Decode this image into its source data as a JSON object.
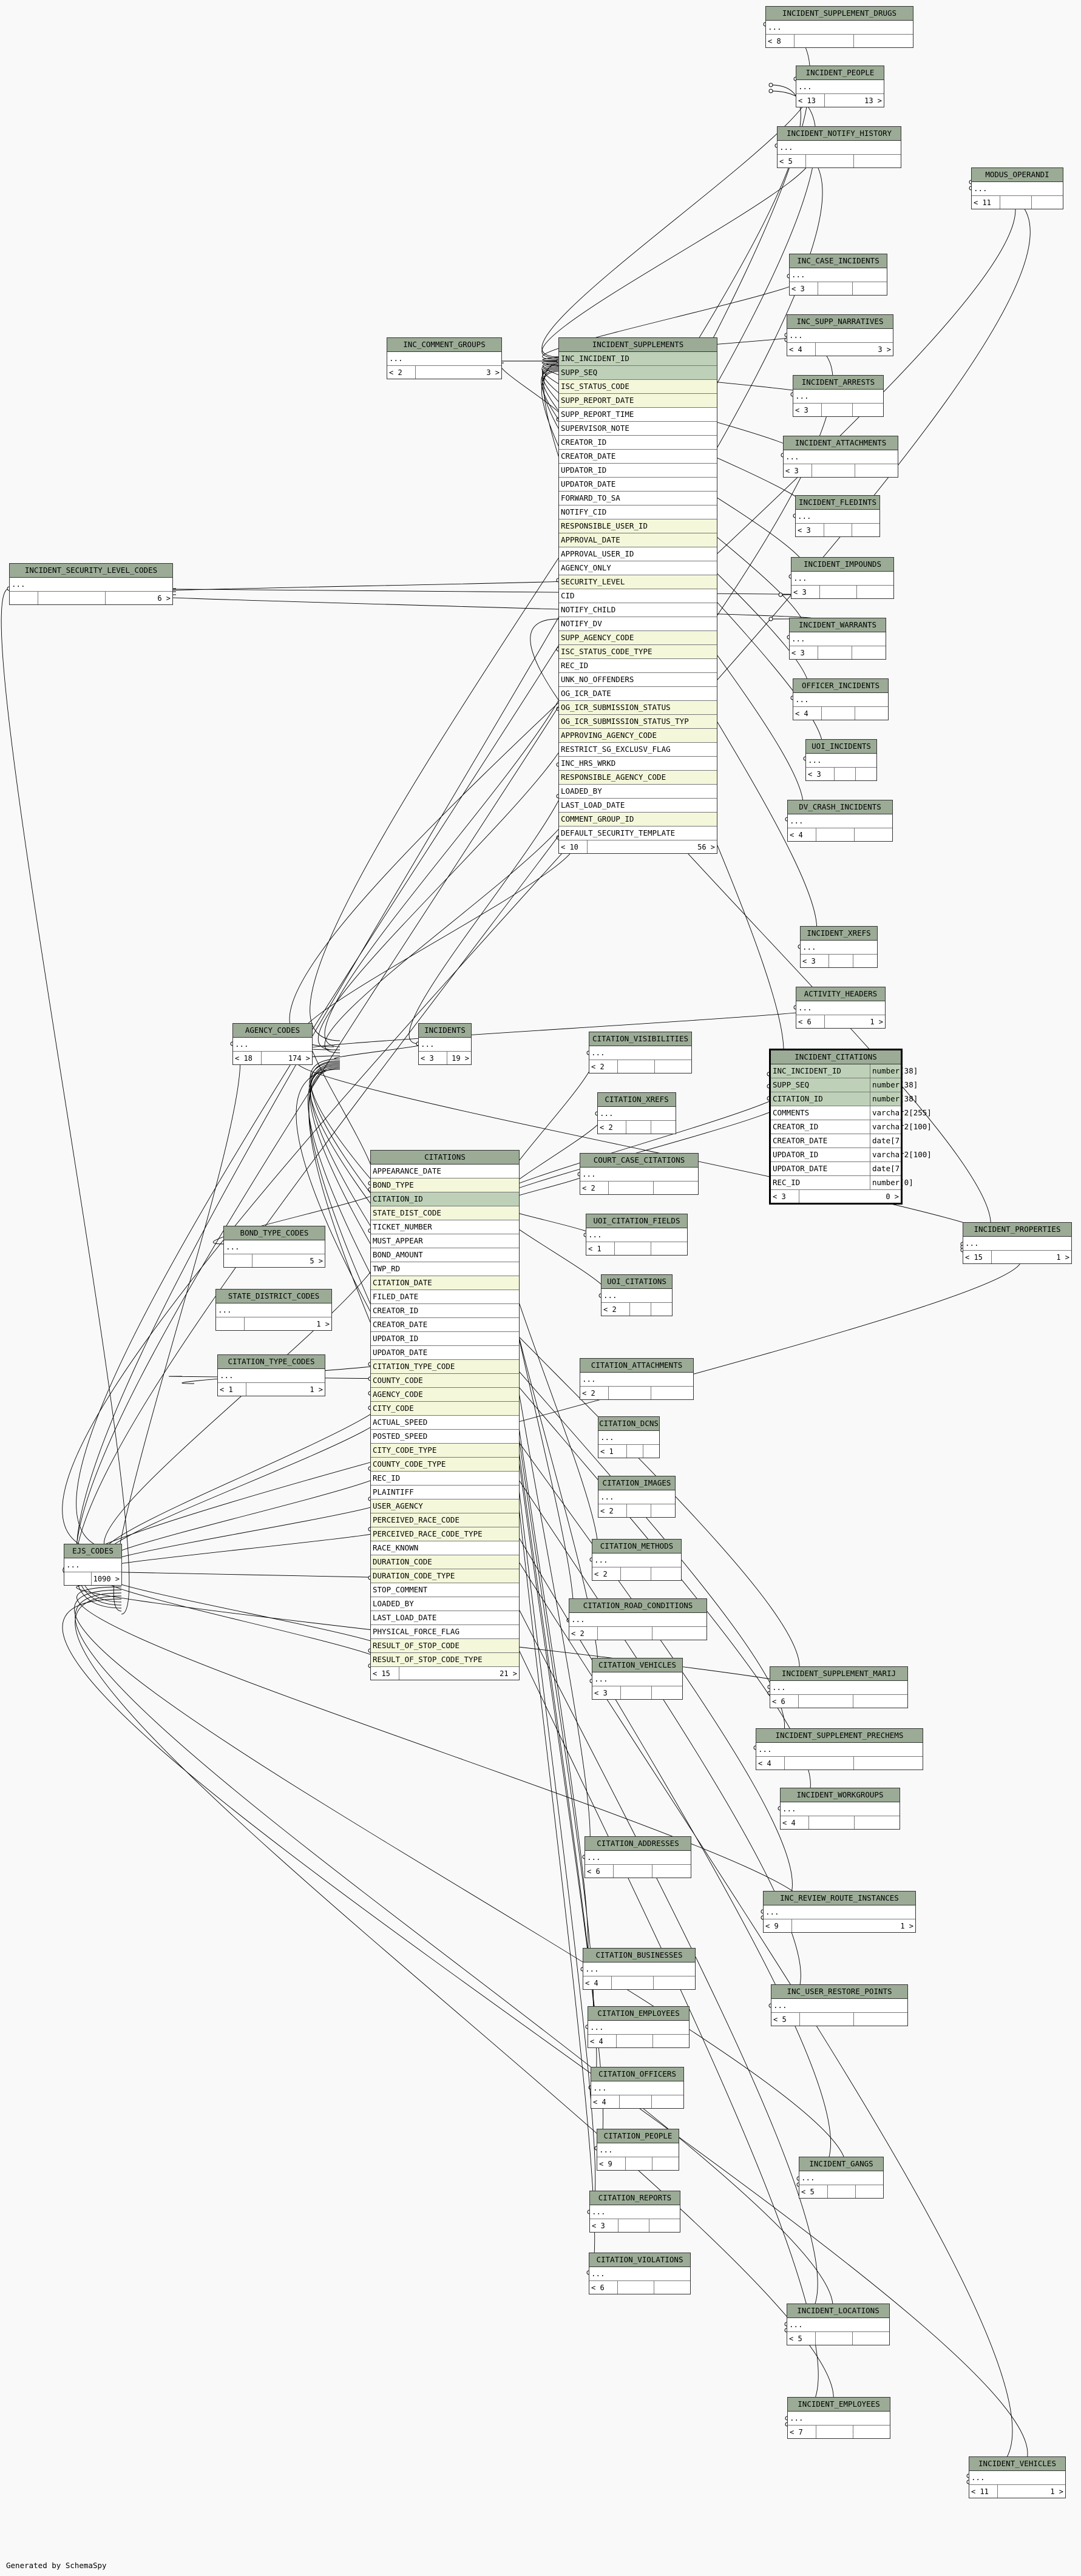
{
  "footer": "Generated by SchemaSpy",
  "tables": [
    {
      "name": "INCIDENT_SUPPLEMENT_DRUGS",
      "rows": [
        {
          "t": "..."
        }
      ],
      "footer": [
        "< 8",
        "",
        ""
      ]
    },
    {
      "name": "INCIDENT_PEOPLE",
      "rows": [
        {
          "t": "..."
        }
      ],
      "footer": [
        "< 13",
        "13 >"
      ]
    },
    {
      "name": "INCIDENT_NOTIFY_HISTORY",
      "rows": [
        {
          "t": "..."
        }
      ],
      "footer": [
        "< 5",
        "",
        ""
      ]
    },
    {
      "name": "MODUS_OPERANDI",
      "rows": [
        {
          "t": "..."
        }
      ],
      "footer": [
        "< 11",
        "",
        ""
      ]
    },
    {
      "name": "INC_CASE_INCIDENTS",
      "rows": [
        {
          "t": "..."
        }
      ],
      "footer": [
        "< 3",
        "",
        ""
      ]
    },
    {
      "name": "INC_SUPP_NARRATIVES",
      "rows": [
        {
          "t": "..."
        }
      ],
      "footer": [
        "< 4",
        "3 >"
      ]
    },
    {
      "name": "INC_COMMENT_GROUPS",
      "rows": [
        {
          "t": "..."
        }
      ],
      "footer": [
        "< 2",
        "3 >"
      ]
    },
    {
      "name": "INCIDENT_SUPPLEMENTS",
      "rows": [
        {
          "t": "INC_INCIDENT_ID",
          "s": "pk"
        },
        {
          "t": "SUPP_SEQ",
          "s": "pk"
        },
        {
          "t": "ISC_STATUS_CODE",
          "s": "k"
        },
        {
          "t": "SUPP_REPORT_DATE",
          "s": "k"
        },
        {
          "t": "SUPP_REPORT_TIME"
        },
        {
          "t": "SUPERVISOR_NOTE"
        },
        {
          "t": "CREATOR_ID"
        },
        {
          "t": "CREATOR_DATE"
        },
        {
          "t": "UPDATOR_ID"
        },
        {
          "t": "UPDATOR_DATE"
        },
        {
          "t": "FORWARD_TO_SA"
        },
        {
          "t": "NOTIFY_CID"
        },
        {
          "t": "RESPONSIBLE_USER_ID",
          "s": "k"
        },
        {
          "t": "APPROVAL_DATE",
          "s": "k"
        },
        {
          "t": "APPROVAL_USER_ID"
        },
        {
          "t": "AGENCY_ONLY"
        },
        {
          "t": "SECURITY_LEVEL",
          "s": "k"
        },
        {
          "t": "CID"
        },
        {
          "t": "NOTIFY_CHILD"
        },
        {
          "t": "NOTIFY_DV"
        },
        {
          "t": "SUPP_AGENCY_CODE",
          "s": "k"
        },
        {
          "t": "ISC_STATUS_CODE_TYPE",
          "s": "k"
        },
        {
          "t": "REC_ID"
        },
        {
          "t": "UNK_NO_OFFENDERS"
        },
        {
          "t": "OG_ICR_DATE"
        },
        {
          "t": "OG_ICR_SUBMISSION_STATUS",
          "s": "k"
        },
        {
          "t": "OG_ICR_SUBMISSION_STATUS_TYP",
          "s": "k"
        },
        {
          "t": "APPROVING_AGENCY_CODE",
          "s": "k"
        },
        {
          "t": "RESTRICT_SG_EXCLUSV_FLAG"
        },
        {
          "t": "INC_HRS_WRKD"
        },
        {
          "t": "RESPONSIBLE_AGENCY_CODE",
          "s": "k"
        },
        {
          "t": "LOADED_BY"
        },
        {
          "t": "LAST_LOAD_DATE"
        },
        {
          "t": "COMMENT_GROUP_ID",
          "s": "k"
        },
        {
          "t": "DEFAULT_SECURITY_TEMPLATE"
        }
      ],
      "footer": [
        "< 10",
        "56 >"
      ]
    },
    {
      "name": "INCIDENT_ARRESTS",
      "rows": [
        {
          "t": "..."
        }
      ],
      "footer": [
        "< 3",
        "",
        ""
      ]
    },
    {
      "name": "INCIDENT_ATTACHMENTS",
      "rows": [
        {
          "t": "..."
        }
      ],
      "footer": [
        "< 3",
        "",
        ""
      ]
    },
    {
      "name": "INCIDENT_SECURITY_LEVEL_CODES",
      "rows": [
        {
          "t": "..."
        }
      ],
      "footer": [
        "",
        "",
        "6 >"
      ]
    },
    {
      "name": "INCIDENT_FLEDINTS",
      "rows": [
        {
          "t": "..."
        }
      ],
      "footer": [
        "< 3",
        "",
        ""
      ]
    },
    {
      "name": "INCIDENT_IMPOUNDS",
      "rows": [
        {
          "t": "..."
        }
      ],
      "footer": [
        "< 3",
        "",
        ""
      ]
    },
    {
      "name": "INCIDENT_WARRANTS",
      "rows": [
        {
          "t": "..."
        }
      ],
      "footer": [
        "< 3",
        "",
        ""
      ]
    },
    {
      "name": "OFFICER_INCIDENTS",
      "rows": [
        {
          "t": "..."
        }
      ],
      "footer": [
        "< 4",
        "",
        ""
      ]
    },
    {
      "name": "UOI_INCIDENTS",
      "rows": [
        {
          "t": "..."
        }
      ],
      "footer": [
        "< 3",
        "",
        ""
      ]
    },
    {
      "name": "DV_CRASH_INCIDENTS",
      "rows": [
        {
          "t": "..."
        }
      ],
      "footer": [
        "< 4",
        "",
        ""
      ]
    },
    {
      "name": "INCIDENT_XREFS",
      "rows": [
        {
          "t": "..."
        }
      ],
      "footer": [
        "< 3",
        "",
        ""
      ]
    },
    {
      "name": "ACTIVITY_HEADERS",
      "rows": [
        {
          "t": "..."
        }
      ],
      "footer": [
        "< 6",
        "1 >"
      ]
    },
    {
      "name": "AGENCY_CODES",
      "rows": [
        {
          "t": "..."
        }
      ],
      "footer": [
        "< 18",
        "174 >"
      ]
    },
    {
      "name": "INCIDENTS",
      "rows": [
        {
          "t": "..."
        }
      ],
      "footer": [
        "< 3",
        "19 >"
      ]
    },
    {
      "name": "CITATION_VISIBILITIES",
      "rows": [
        {
          "t": "..."
        }
      ],
      "footer": [
        "< 2",
        "",
        ""
      ]
    },
    {
      "name": "INCIDENT_CITATIONS",
      "focus": true,
      "rows": [
        {
          "t": "INC_INCIDENT_ID",
          "ty": "number[38]",
          "s": "pk"
        },
        {
          "t": "SUPP_SEQ",
          "ty": "number[38]",
          "s": "pk"
        },
        {
          "t": "CITATION_ID",
          "ty": "number[38]",
          "s": "pk"
        },
        {
          "t": "COMMENTS",
          "ty": "varchar2[255]"
        },
        {
          "t": "CREATOR_ID",
          "ty": "varchar2[100]"
        },
        {
          "t": "CREATOR_DATE",
          "ty": "date[7]"
        },
        {
          "t": "UPDATOR_ID",
          "ty": "varchar2[100]"
        },
        {
          "t": "UPDATOR_DATE",
          "ty": "date[7]"
        },
        {
          "t": "REC_ID",
          "ty": "number[0]"
        }
      ],
      "footer": [
        "< 3",
        "0 >"
      ]
    },
    {
      "name": "CITATION_XREFS",
      "rows": [
        {
          "t": "..."
        }
      ],
      "footer": [
        "< 2",
        "",
        ""
      ]
    },
    {
      "name": "COURT_CASE_CITATIONS",
      "rows": [
        {
          "t": "..."
        }
      ],
      "footer": [
        "< 2",
        "",
        ""
      ]
    },
    {
      "name": "CITATIONS",
      "rows": [
        {
          "t": "APPEARANCE_DATE"
        },
        {
          "t": "BOND_TYPE",
          "s": "k"
        },
        {
          "t": "CITATION_ID",
          "s": "pk"
        },
        {
          "t": "STATE_DIST_CODE",
          "s": "k"
        },
        {
          "t": "TICKET_NUMBER"
        },
        {
          "t": "MUST_APPEAR"
        },
        {
          "t": "BOND_AMOUNT"
        },
        {
          "t": "TWP_RD"
        },
        {
          "t": "CITATION_DATE",
          "s": "k"
        },
        {
          "t": "FILED_DATE"
        },
        {
          "t": "CREATOR_ID"
        },
        {
          "t": "CREATOR_DATE"
        },
        {
          "t": "UPDATOR_ID"
        },
        {
          "t": "UPDATOR_DATE"
        },
        {
          "t": "CITATION_TYPE_CODE",
          "s": "k"
        },
        {
          "t": "COUNTY_CODE",
          "s": "k"
        },
        {
          "t": "AGENCY_CODE",
          "s": "k"
        },
        {
          "t": "CITY_CODE",
          "s": "k"
        },
        {
          "t": "ACTUAL_SPEED"
        },
        {
          "t": "POSTED_SPEED"
        },
        {
          "t": "CITY_CODE_TYPE",
          "s": "k"
        },
        {
          "t": "COUNTY_CODE_TYPE",
          "s": "k"
        },
        {
          "t": "REC_ID"
        },
        {
          "t": "PLAINTIFF"
        },
        {
          "t": "USER_AGENCY",
          "s": "k"
        },
        {
          "t": "PERCEIVED_RACE_CODE",
          "s": "k"
        },
        {
          "t": "PERCEIVED_RACE_CODE_TYPE",
          "s": "k"
        },
        {
          "t": "RACE_KNOWN"
        },
        {
          "t": "DURATION_CODE",
          "s": "k"
        },
        {
          "t": "DURATION_CODE_TYPE",
          "s": "k"
        },
        {
          "t": "STOP_COMMENT"
        },
        {
          "t": "LOADED_BY"
        },
        {
          "t": "LAST_LOAD_DATE"
        },
        {
          "t": "PHYSICAL_FORCE_FLAG"
        },
        {
          "t": "RESULT_OF_STOP_CODE",
          "s": "k"
        },
        {
          "t": "RESULT_OF_STOP_CODE_TYPE",
          "s": "k"
        }
      ],
      "footer": [
        "< 15",
        "21 >"
      ]
    },
    {
      "name": "UOI_CITATION_FIELDS",
      "rows": [
        {
          "t": "..."
        }
      ],
      "footer": [
        "< 1",
        "",
        ""
      ]
    },
    {
      "name": "BOND_TYPE_CODES",
      "rows": [
        {
          "t": "..."
        }
      ],
      "footer": [
        "",
        "5 >"
      ]
    },
    {
      "name": "UOI_CITATIONS",
      "rows": [
        {
          "t": "..."
        }
      ],
      "footer": [
        "< 2",
        "",
        ""
      ]
    },
    {
      "name": "INCIDENT_PROPERTIES",
      "rows": [
        {
          "t": "..."
        }
      ],
      "footer": [
        "< 15",
        "1 >"
      ]
    },
    {
      "name": "STATE_DISTRICT_CODES",
      "rows": [
        {
          "t": "..."
        }
      ],
      "footer": [
        "",
        "1 >"
      ]
    },
    {
      "name": "CITATION_ATTACHMENTS",
      "rows": [
        {
          "t": "..."
        }
      ],
      "footer": [
        "< 2",
        "",
        ""
      ]
    },
    {
      "name": "CITATION_TYPE_CODES",
      "rows": [
        {
          "t": "..."
        }
      ],
      "footer": [
        "< 1",
        "1 >"
      ]
    },
    {
      "name": "CITATION_DCNS",
      "rows": [
        {
          "t": "..."
        }
      ],
      "footer": [
        "< 1",
        "",
        ""
      ]
    },
    {
      "name": "CITATION_IMAGES",
      "rows": [
        {
          "t": "..."
        }
      ],
      "footer": [
        "< 2",
        "",
        ""
      ]
    },
    {
      "name": "EJS_CODES",
      "rows": [
        {
          "t": "..."
        }
      ],
      "footer": [
        "",
        "1090 >"
      ]
    },
    {
      "name": "CITATION_METHODS",
      "rows": [
        {
          "t": "..."
        }
      ],
      "footer": [
        "< 2",
        "",
        ""
      ]
    },
    {
      "name": "CITATION_ROAD_CONDITIONS",
      "rows": [
        {
          "t": "..."
        }
      ],
      "footer": [
        "< 2",
        "",
        ""
      ]
    },
    {
      "name": "CITATION_VEHICLES",
      "rows": [
        {
          "t": "..."
        }
      ],
      "footer": [
        "< 3",
        "",
        ""
      ]
    },
    {
      "name": "INCIDENT_SUPPLEMENT_MARIJ",
      "rows": [
        {
          "t": "..."
        }
      ],
      "footer": [
        "< 6",
        "",
        ""
      ]
    },
    {
      "name": "INCIDENT_SUPPLEMENT_PRECHEMS",
      "rows": [
        {
          "t": "..."
        }
      ],
      "footer": [
        "< 4",
        "",
        ""
      ]
    },
    {
      "name": "INCIDENT_WORKGROUPS",
      "rows": [
        {
          "t": "..."
        }
      ],
      "footer": [
        "< 4",
        "",
        ""
      ]
    },
    {
      "name": "CITATION_ADDRESSES",
      "rows": [
        {
          "t": "..."
        }
      ],
      "footer": [
        "< 6",
        "",
        ""
      ]
    },
    {
      "name": "INC_REVIEW_ROUTE_INSTANCES",
      "rows": [
        {
          "t": "..."
        }
      ],
      "footer": [
        "< 9",
        "1 >"
      ]
    },
    {
      "name": "CITATION_BUSINESSES",
      "rows": [
        {
          "t": "..."
        }
      ],
      "footer": [
        "< 4",
        "",
        ""
      ]
    },
    {
      "name": "INC_USER_RESTORE_POINTS",
      "rows": [
        {
          "t": "..."
        }
      ],
      "footer": [
        "< 5",
        "",
        ""
      ]
    },
    {
      "name": "CITATION_EMPLOYEES",
      "rows": [
        {
          "t": "..."
        }
      ],
      "footer": [
        "< 4",
        "",
        ""
      ]
    },
    {
      "name": "CITATION_OFFICERS",
      "rows": [
        {
          "t": "..."
        }
      ],
      "footer": [
        "< 4",
        "",
        ""
      ]
    },
    {
      "name": "INCIDENT_GANGS",
      "rows": [
        {
          "t": "..."
        }
      ],
      "footer": [
        "< 5",
        "",
        ""
      ]
    },
    {
      "name": "CITATION_PEOPLE",
      "rows": [
        {
          "t": "..."
        }
      ],
      "footer": [
        "< 9",
        "",
        ""
      ]
    },
    {
      "name": "CITATION_REPORTS",
      "rows": [
        {
          "t": "..."
        }
      ],
      "footer": [
        "< 3",
        "",
        ""
      ]
    },
    {
      "name": "CITATION_VIOLATIONS",
      "rows": [
        {
          "t": "..."
        }
      ],
      "footer": [
        "< 6",
        "",
        ""
      ]
    },
    {
      "name": "INCIDENT_LOCATIONS",
      "rows": [
        {
          "t": "..."
        }
      ],
      "footer": [
        "< 5",
        "",
        ""
      ]
    },
    {
      "name": "INCIDENT_EMPLOYEES",
      "rows": [
        {
          "t": "..."
        }
      ],
      "footer": [
        "< 7",
        "",
        ""
      ]
    },
    {
      "name": "INCIDENT_VEHICLES",
      "rows": [
        {
          "t": "..."
        }
      ],
      "footer": [
        "< 11",
        "1 >"
      ]
    }
  ]
}
